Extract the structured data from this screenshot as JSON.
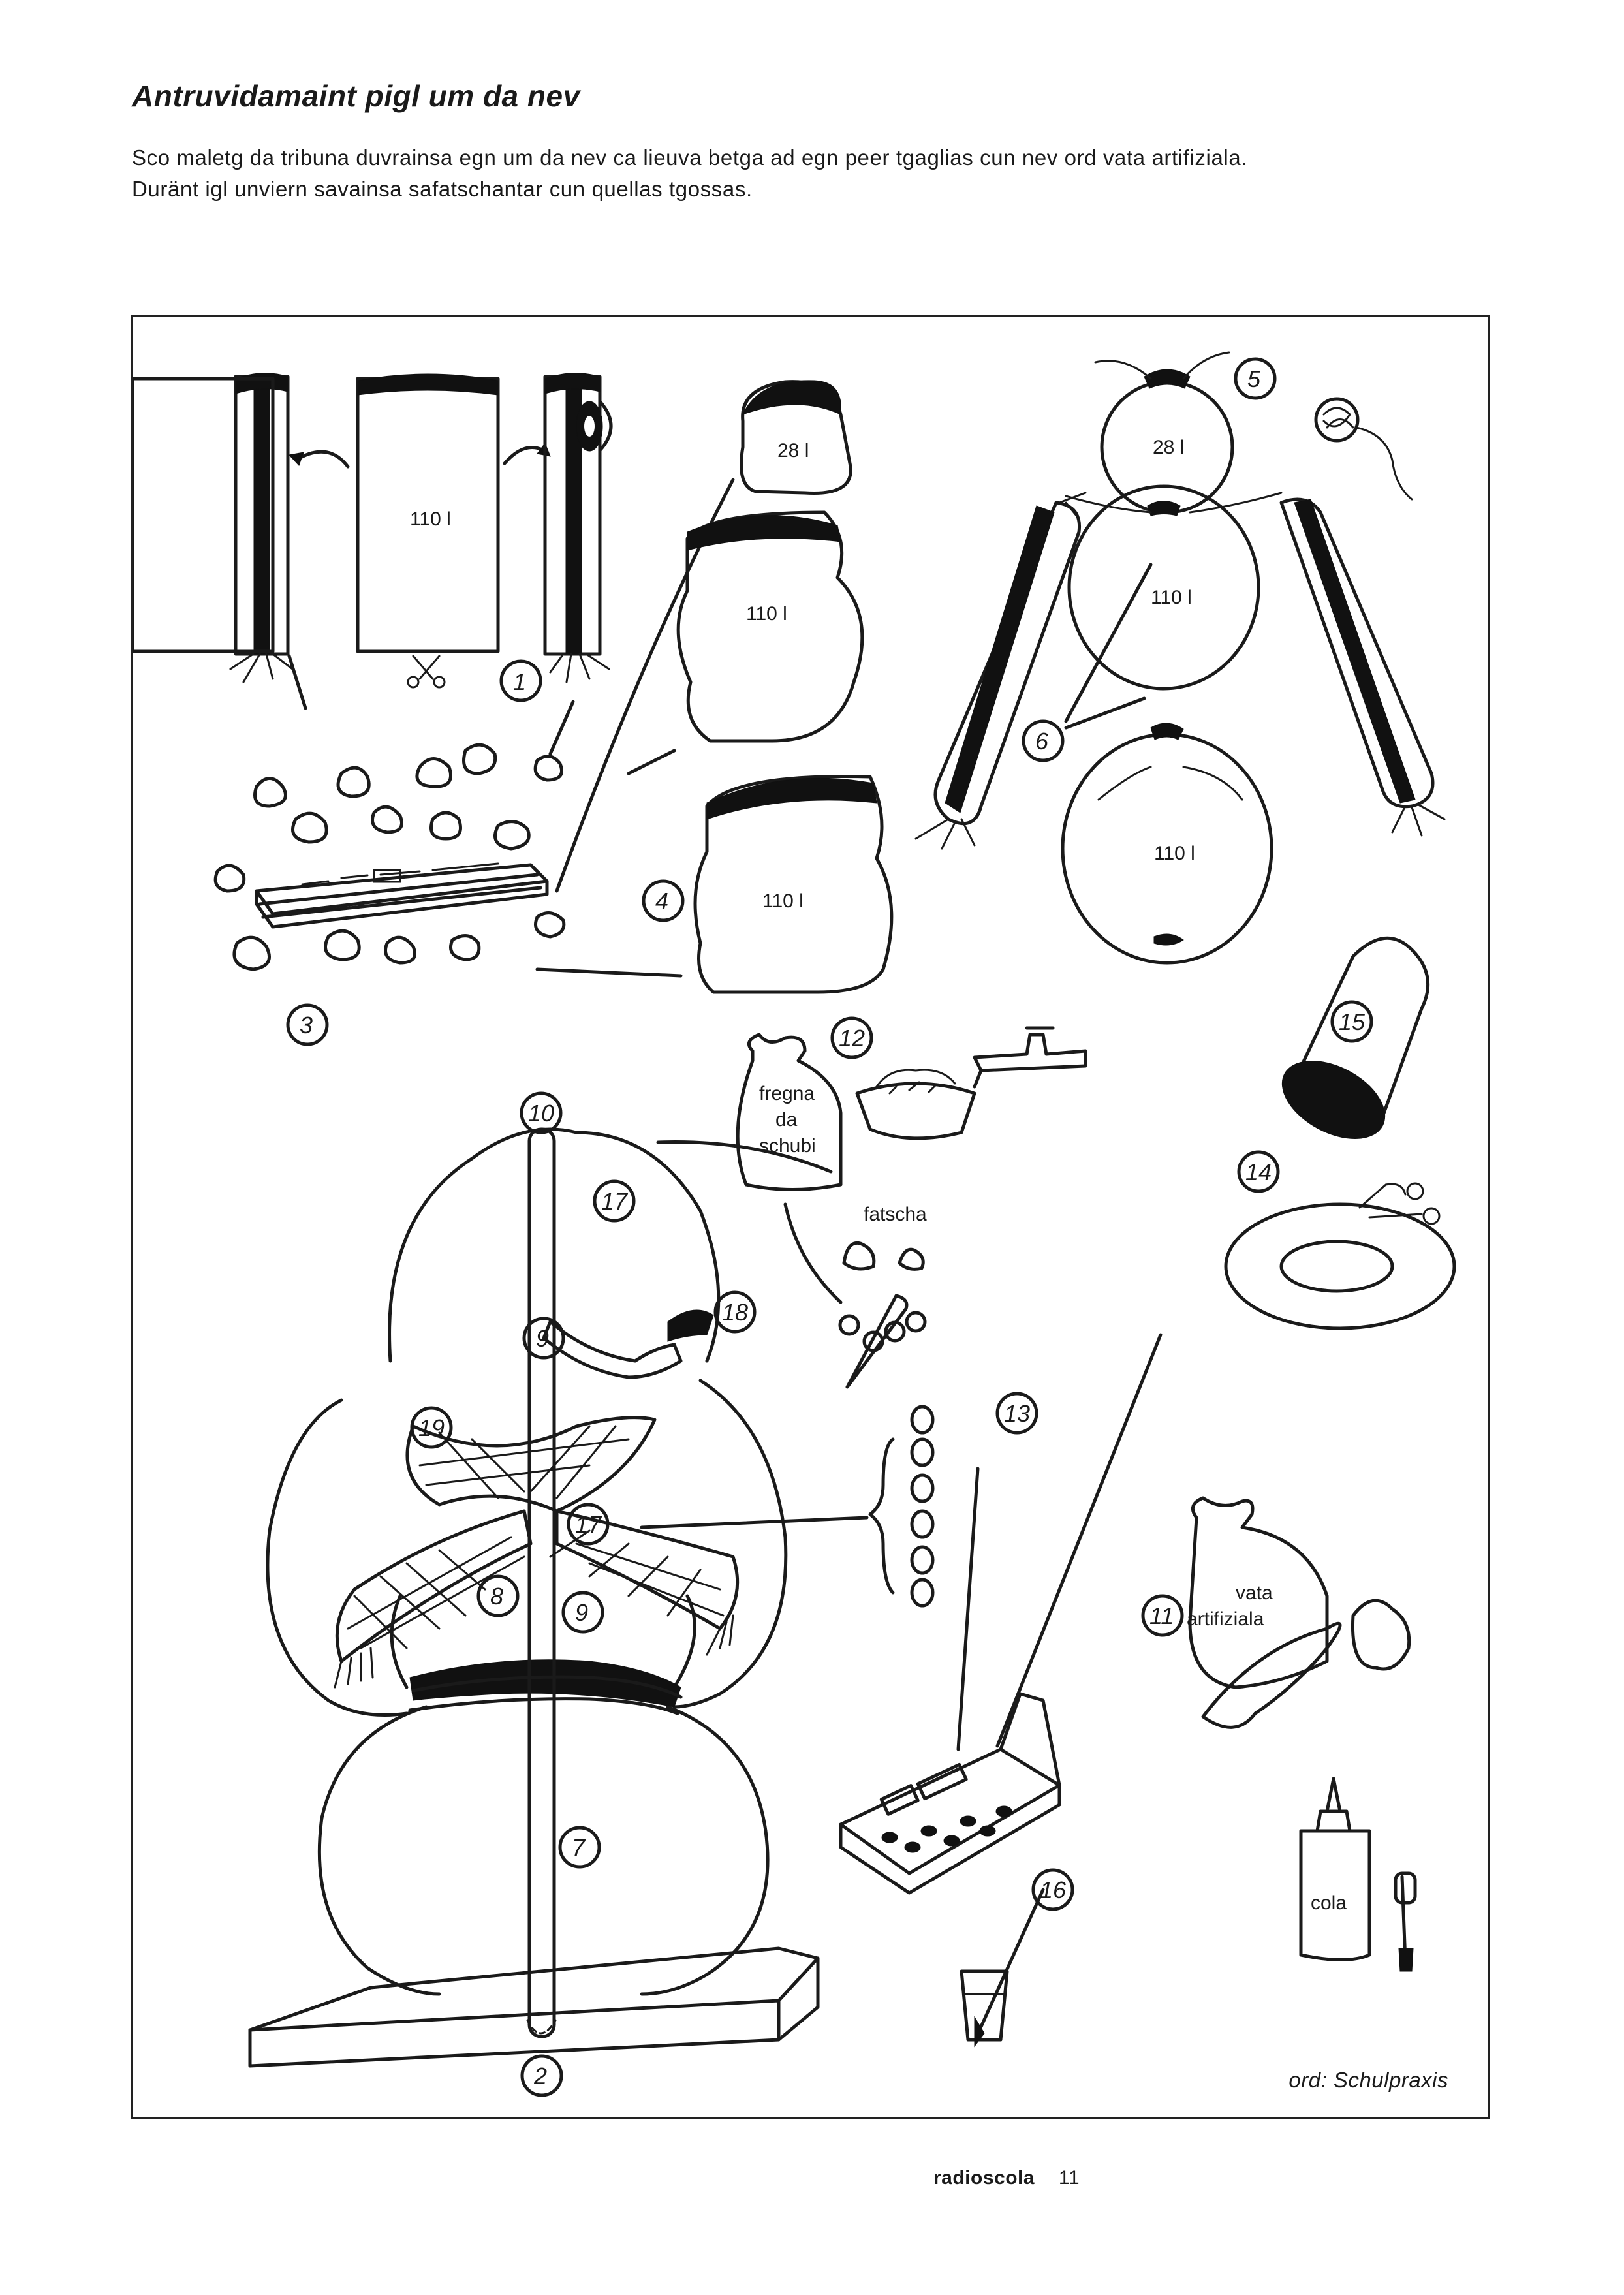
{
  "heading": "Antruvidamaint pigl um da nev",
  "intro": {
    "line1": "Sco maletg da tribuna duvrainsa egn um da nev ca lieuva betga ad egn peer tgaglias cun nev ord vata artifiziala.",
    "line2": "Duränt igl unviern savainsa safatschantar cun quellas tgossas."
  },
  "figure": {
    "bag_labels": {
      "l110": "110 l",
      "l28": "28 l"
    },
    "step_numbers": [
      "1",
      "2",
      "3",
      "4",
      "5",
      "6",
      "7",
      "8",
      "9",
      "10",
      "11",
      "12",
      "13",
      "14",
      "15",
      "16",
      "17",
      "18",
      "19"
    ],
    "labels": {
      "fregna1": "fregna",
      "fregna2": "da",
      "fregna3": "schubi",
      "fatscha": "fatscha",
      "vata1": "vata",
      "vata2": "artifiziala",
      "cola": "cola"
    },
    "credit": "ord: Schulpraxis"
  },
  "footer": {
    "publication": "radioscola",
    "page": "11"
  }
}
